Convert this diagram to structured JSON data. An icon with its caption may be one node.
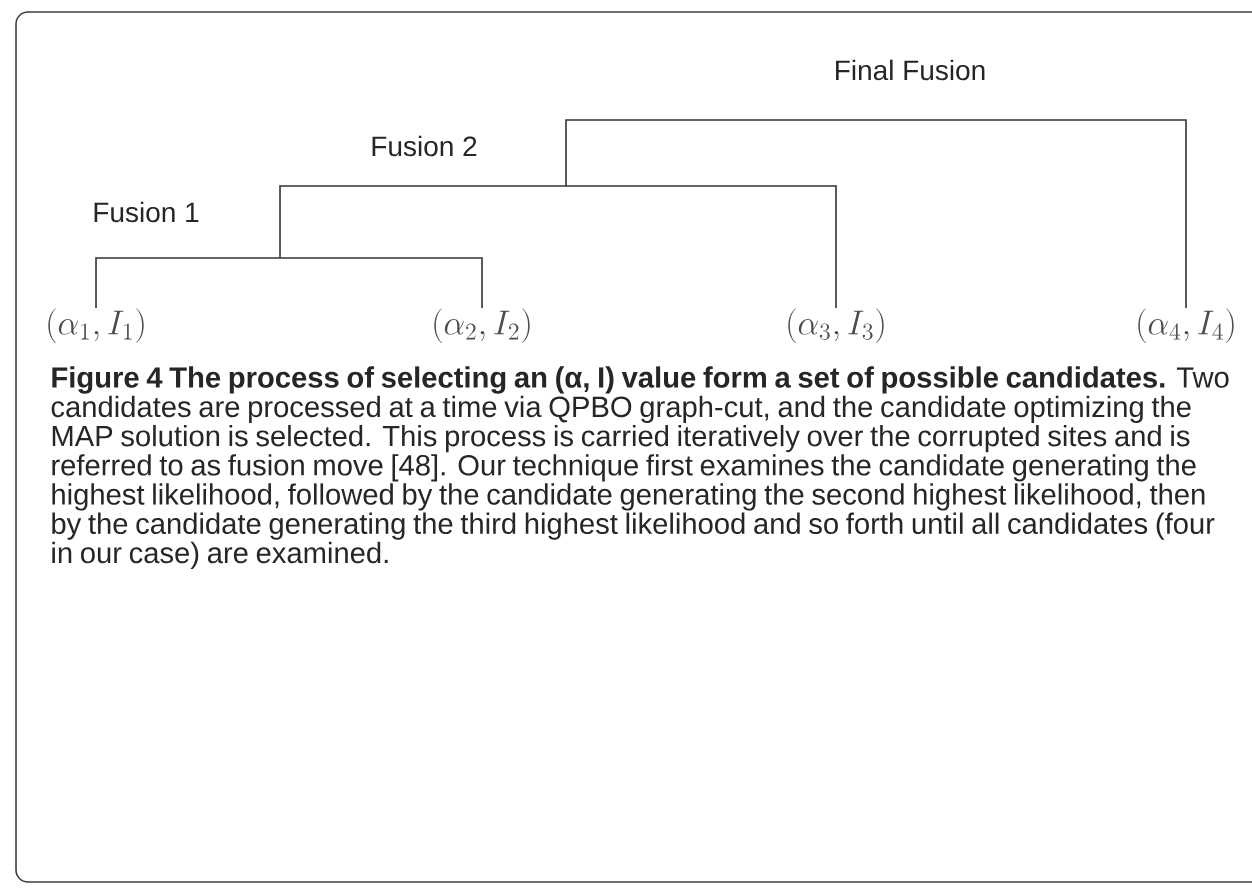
{
  "diagram": {
    "caption": "**Figure 4 The process of selecting an (α, I) value form a set of possible candidates.** Two candidates are processed at a time via QPBO graph-cut, and the candidate optimizing the MAP solution is selected. This process is carried iteratively over the corrupted sites and is referred to as fusion move [48]. Our technique first examines the candidate generating the highest likelihood, followed by the candidate generating the second highest likelihood, then by the candidate generating the third highest likelihood and so forth until all candidates (four in our case) are examined.",
    "nodes": [
      {
        "text": [
          "Final Fusion"
        ]
      },
      {
        "text": [
          "Fusion 2"
        ]
      },
      {
        "text": [
          "Fusion 1"
        ]
      },
      {
        "text": [
          "(\\alpha_1, I_1)"
        ]
      },
      {
        "text": [
          "(\\alpha_2, I_2)"
        ]
      },
      {
        "text": [
          "(\\alpha_3, I_3)"
        ]
      },
      {
        "text": [
          "(\\alpha_4, I_4)"
        ]
      }
    ],
    "edges": [
      {
        "from": 0,
        "to": 1,
        "arrow": "none"
      },
      {
        "from": 0,
        "to": 6,
        "arrow": "none"
      },
      {
        "from": 1,
        "to": 2,
        "arrow": "none"
      },
      {
        "from": 1,
        "to": 5,
        "arrow": "none"
      },
      {
        "from": 2,
        "to": 3,
        "arrow": "none"
      },
      {
        "from": 2,
        "to": 4,
        "arrow": "none"
      }
    ]
  }
}
